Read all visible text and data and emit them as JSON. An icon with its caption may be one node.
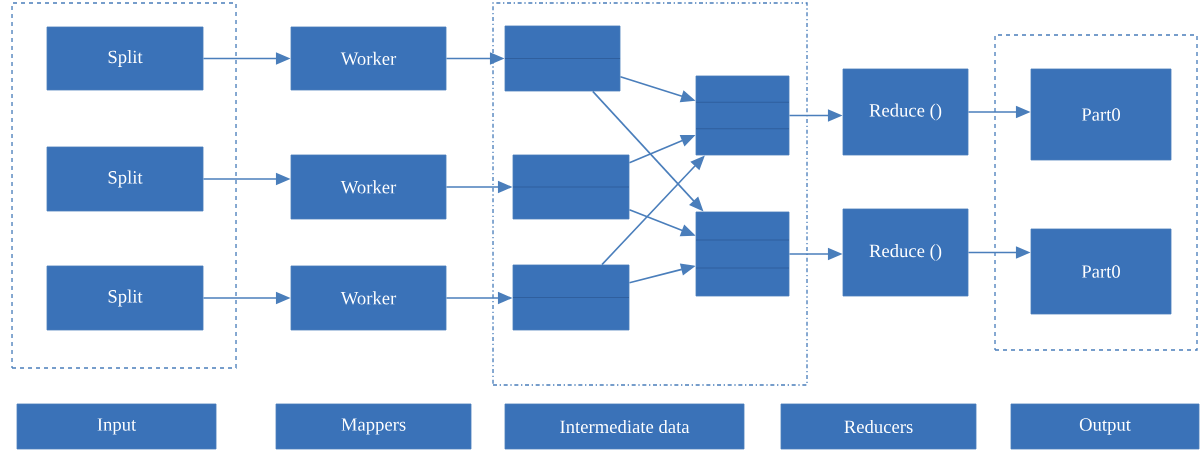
{
  "diagram": {
    "nodes": [
      {
        "text": [],
        "shape": "box"
      },
      {
        "text": [
          "Split"
        ],
        "in": 0
      },
      {
        "text": [
          "Split"
        ],
        "in": 0
      },
      {
        "text": [
          "Split"
        ],
        "in": 0
      },
      {
        "text": [
          "Worker"
        ]
      },
      {
        "text": [
          "Worker"
        ]
      },
      {
        "text": [
          "Worker"
        ]
      },
      {
        "text": [],
        "shape": "box"
      },
      {
        "text": [],
        "shape": "box",
        "in": 7
      },
      {
        "text": [],
        "shape": "box",
        "in": 7
      },
      {
        "text": [],
        "shape": "box",
        "in": 7
      },
      {
        "text": [],
        "shape": "box",
        "in": 7
      },
      {
        "text": [],
        "shape": "box",
        "in": 7
      },
      {
        "text": [
          "Reduce ()"
        ]
      },
      {
        "text": [
          "Reduce ()"
        ]
      },
      {
        "text": [],
        "shape": "box"
      },
      {
        "text": [
          "Part0"
        ],
        "in": 15
      },
      {
        "text": [
          "Part0"
        ],
        "in": 15
      },
      {
        "text": [
          "Input"
        ]
      },
      {
        "text": [
          "Mappers"
        ]
      },
      {
        "text": [
          "Intermediate data"
        ]
      },
      {
        "text": [
          "Reducers"
        ]
      },
      {
        "text": [
          "Output"
        ]
      }
    ],
    "edges": [
      {
        "from": 1,
        "to": 4,
        "arrow": "to"
      },
      {
        "from": 2,
        "to": 5,
        "arrow": "to"
      },
      {
        "from": 3,
        "to": 6,
        "arrow": "to"
      },
      {
        "from": 4,
        "to": 8,
        "arrow": "to"
      },
      {
        "from": 5,
        "to": 9,
        "arrow": "to"
      },
      {
        "from": 6,
        "to": 10,
        "arrow": "to"
      },
      {
        "from": 8,
        "to": 11,
        "arrow": "to"
      },
      {
        "from": 8,
        "to": 12,
        "arrow": "to"
      },
      {
        "from": 9,
        "to": 11,
        "arrow": "to"
      },
      {
        "from": 9,
        "to": 12,
        "arrow": "to"
      },
      {
        "from": 10,
        "to": 11,
        "arrow": "to"
      },
      {
        "from": 10,
        "to": 12,
        "arrow": "to"
      },
      {
        "from": 11,
        "to": 13,
        "arrow": "to"
      },
      {
        "from": 12,
        "to": 14,
        "arrow": "to"
      },
      {
        "from": 13,
        "to": 16,
        "arrow": "to"
      },
      {
        "from": 14,
        "to": 17,
        "arrow": "to"
      }
    ]
  }
}
